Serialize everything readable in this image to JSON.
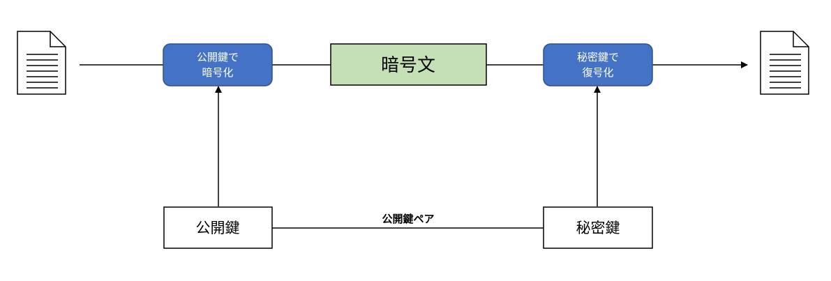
{
  "diagram": {
    "encrypt_box": {
      "line1": "公開鍵で",
      "line2": "暗号化"
    },
    "ciphertext_box": {
      "label": "暗号文"
    },
    "decrypt_box": {
      "line1": "秘密鍵で",
      "line2": "復号化"
    },
    "public_key_box": {
      "label": "公開鍵"
    },
    "private_key_box": {
      "label": "秘密鍵"
    },
    "key_pair_label": "公開鍵ペア",
    "colors": {
      "process_fill": "#4472c4",
      "process_stroke": "#2f528f",
      "ciphertext_fill": "#c5e0b4",
      "line": "#000000",
      "key_fill": "#ffffff"
    },
    "icons": {
      "input": "document-icon",
      "output": "document-icon"
    }
  }
}
